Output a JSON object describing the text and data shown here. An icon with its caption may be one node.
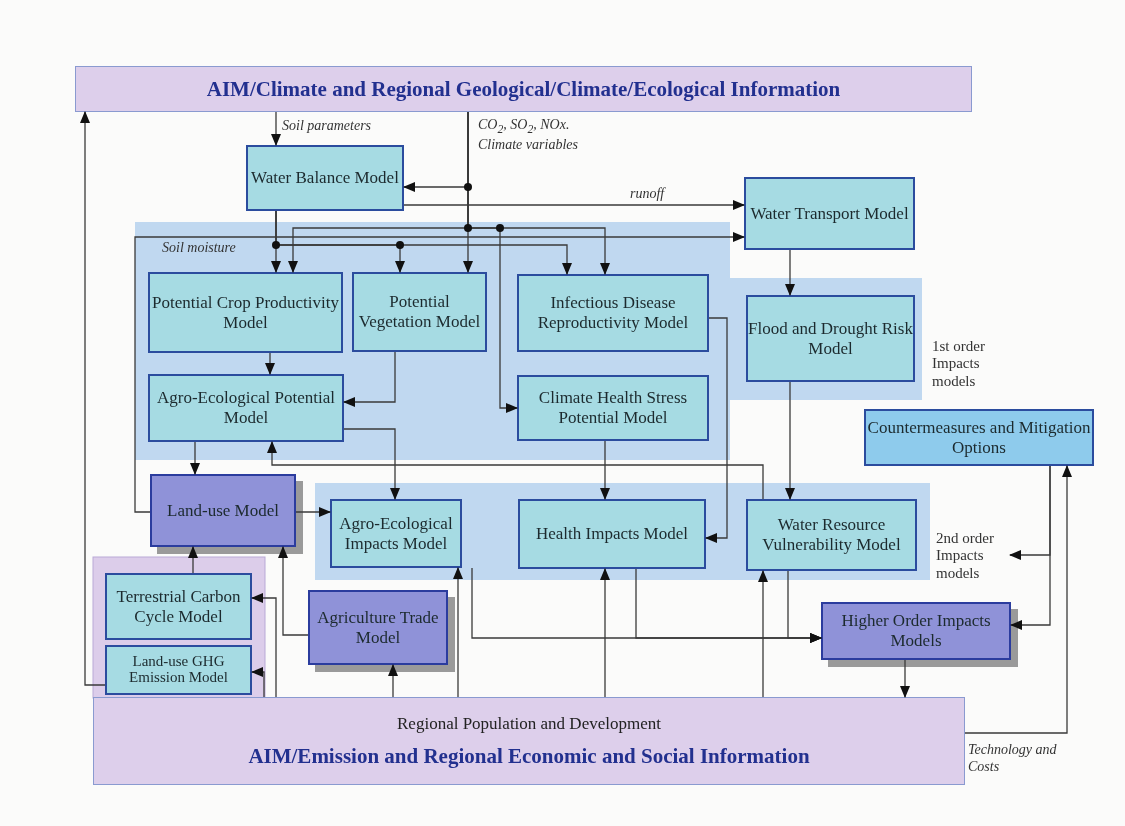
{
  "diagram": {
    "nodes": [
      {
        "text": [
          "AIM/Climate and Regional Geological/Climate/Ecological Information"
        ]
      },
      {
        "text": [
          "Water Balance Model"
        ]
      },
      {
        "text": [
          "Water Transport Model"
        ]
      },
      {
        "text": [
          "Potential Crop Productivity Model"
        ]
      },
      {
        "text": [
          "Potential Vegetation Model"
        ]
      },
      {
        "text": [
          "Infectious Disease Reproductivity Model"
        ]
      },
      {
        "text": [
          "Flood and Drought Risk Model"
        ]
      },
      {
        "text": [
          "Agro-Ecological Potential Model"
        ]
      },
      {
        "text": [
          "Climate Health Stress Potential Model"
        ]
      },
      {
        "text": [
          "Countermeasures and Mitigation Options"
        ]
      },
      {
        "text": [
          "Land-use Model"
        ]
      },
      {
        "text": [
          "Agro-Ecological Impacts Model"
        ]
      },
      {
        "text": [
          "Health Impacts Model"
        ]
      },
      {
        "text": [
          "Water Resource Vulnerability Model"
        ]
      },
      {
        "text": [
          "Terrestrial Carbon Cycle Model"
        ]
      },
      {
        "text": [
          "Agriculture Trade Model"
        ]
      },
      {
        "text": [
          "Higher Order Impacts Models"
        ]
      },
      {
        "text": [
          "Land-use GHG Emission Model"
        ]
      },
      {
        "text": [
          "Regional Population and Development",
          "AIM/Emission and Regional Economic and Social Information"
        ]
      },
      {
        "text": [
          "2nd order Impacts models"
        ]
      }
    ],
    "edges": [
      {
        "from": 0,
        "to": 1,
        "arrow": "to",
        "label": "Soil parameters"
      },
      {
        "from": 0,
        "to": 1,
        "arrow": "to"
      },
      {
        "from": 0,
        "to": 4,
        "arrow": "to"
      },
      {
        "from": 0,
        "to": 3,
        "arrow": "to"
      },
      {
        "from": 0,
        "to": 5,
        "arrow": "to"
      },
      {
        "from": 0,
        "to": 8,
        "arrow": "to"
      },
      {
        "from": 1,
        "to": 3,
        "arrow": "to"
      },
      {
        "from": 1,
        "to": 4,
        "arrow": "to"
      },
      {
        "from": 1,
        "to": 5,
        "arrow": "to"
      },
      {
        "from": 1,
        "to": 2,
        "arrow": "to",
        "label": "runoff"
      },
      {
        "from": 10,
        "to": 2,
        "arrow": "to"
      },
      {
        "from": 2,
        "to": 6,
        "arrow": "to"
      },
      {
        "from": 3,
        "to": 7,
        "arrow": "to"
      },
      {
        "from": 4,
        "to": 7,
        "arrow": "to"
      },
      {
        "from": 7,
        "to": 10,
        "arrow": "to"
      },
      {
        "from": 7,
        "to": 11,
        "arrow": "to"
      },
      {
        "from": 13,
        "to": 7,
        "arrow": "to"
      },
      {
        "from": 8,
        "to": 12,
        "arrow": "to"
      },
      {
        "from": 5,
        "to": 12,
        "arrow": "to"
      },
      {
        "from": 6,
        "to": 13,
        "arrow": "to"
      },
      {
        "from": 10,
        "to": 11,
        "arrow": "to"
      },
      {
        "from": 14,
        "to": 10,
        "arrow": "to"
      },
      {
        "from": 15,
        "to": 10,
        "arrow": "to"
      },
      {
        "from": 18,
        "to": 14,
        "arrow": "to"
      },
      {
        "from": 18,
        "to": 17,
        "arrow": "to"
      },
      {
        "from": 17,
        "to": 0,
        "arrow": "to"
      },
      {
        "from": 18,
        "to": 15,
        "arrow": "to"
      },
      {
        "from": 18,
        "to": 11,
        "arrow": "to"
      },
      {
        "from": 18,
        "to": 12,
        "arrow": "to"
      },
      {
        "from": 18,
        "to": 13,
        "arrow": "to"
      },
      {
        "from": 11,
        "to": 16,
        "arrow": "to"
      },
      {
        "from": 12,
        "to": 16,
        "arrow": "to"
      },
      {
        "from": 13,
        "to": 16,
        "arrow": "to"
      },
      {
        "from": 16,
        "to": 18,
        "arrow": "to"
      },
      {
        "from": 9,
        "to": 16,
        "arrow": "to"
      },
      {
        "from": 9,
        "to": 19,
        "arrow": "to"
      },
      {
        "from": 18,
        "to": 9,
        "arrow": "to",
        "label": "Technology and Costs"
      }
    ],
    "labels": [
      "CO$_{2}$, SO$_{2}$, NOx. Climate variables",
      "Soil moisture",
      "1st order Impacts models"
    ]
  }
}
